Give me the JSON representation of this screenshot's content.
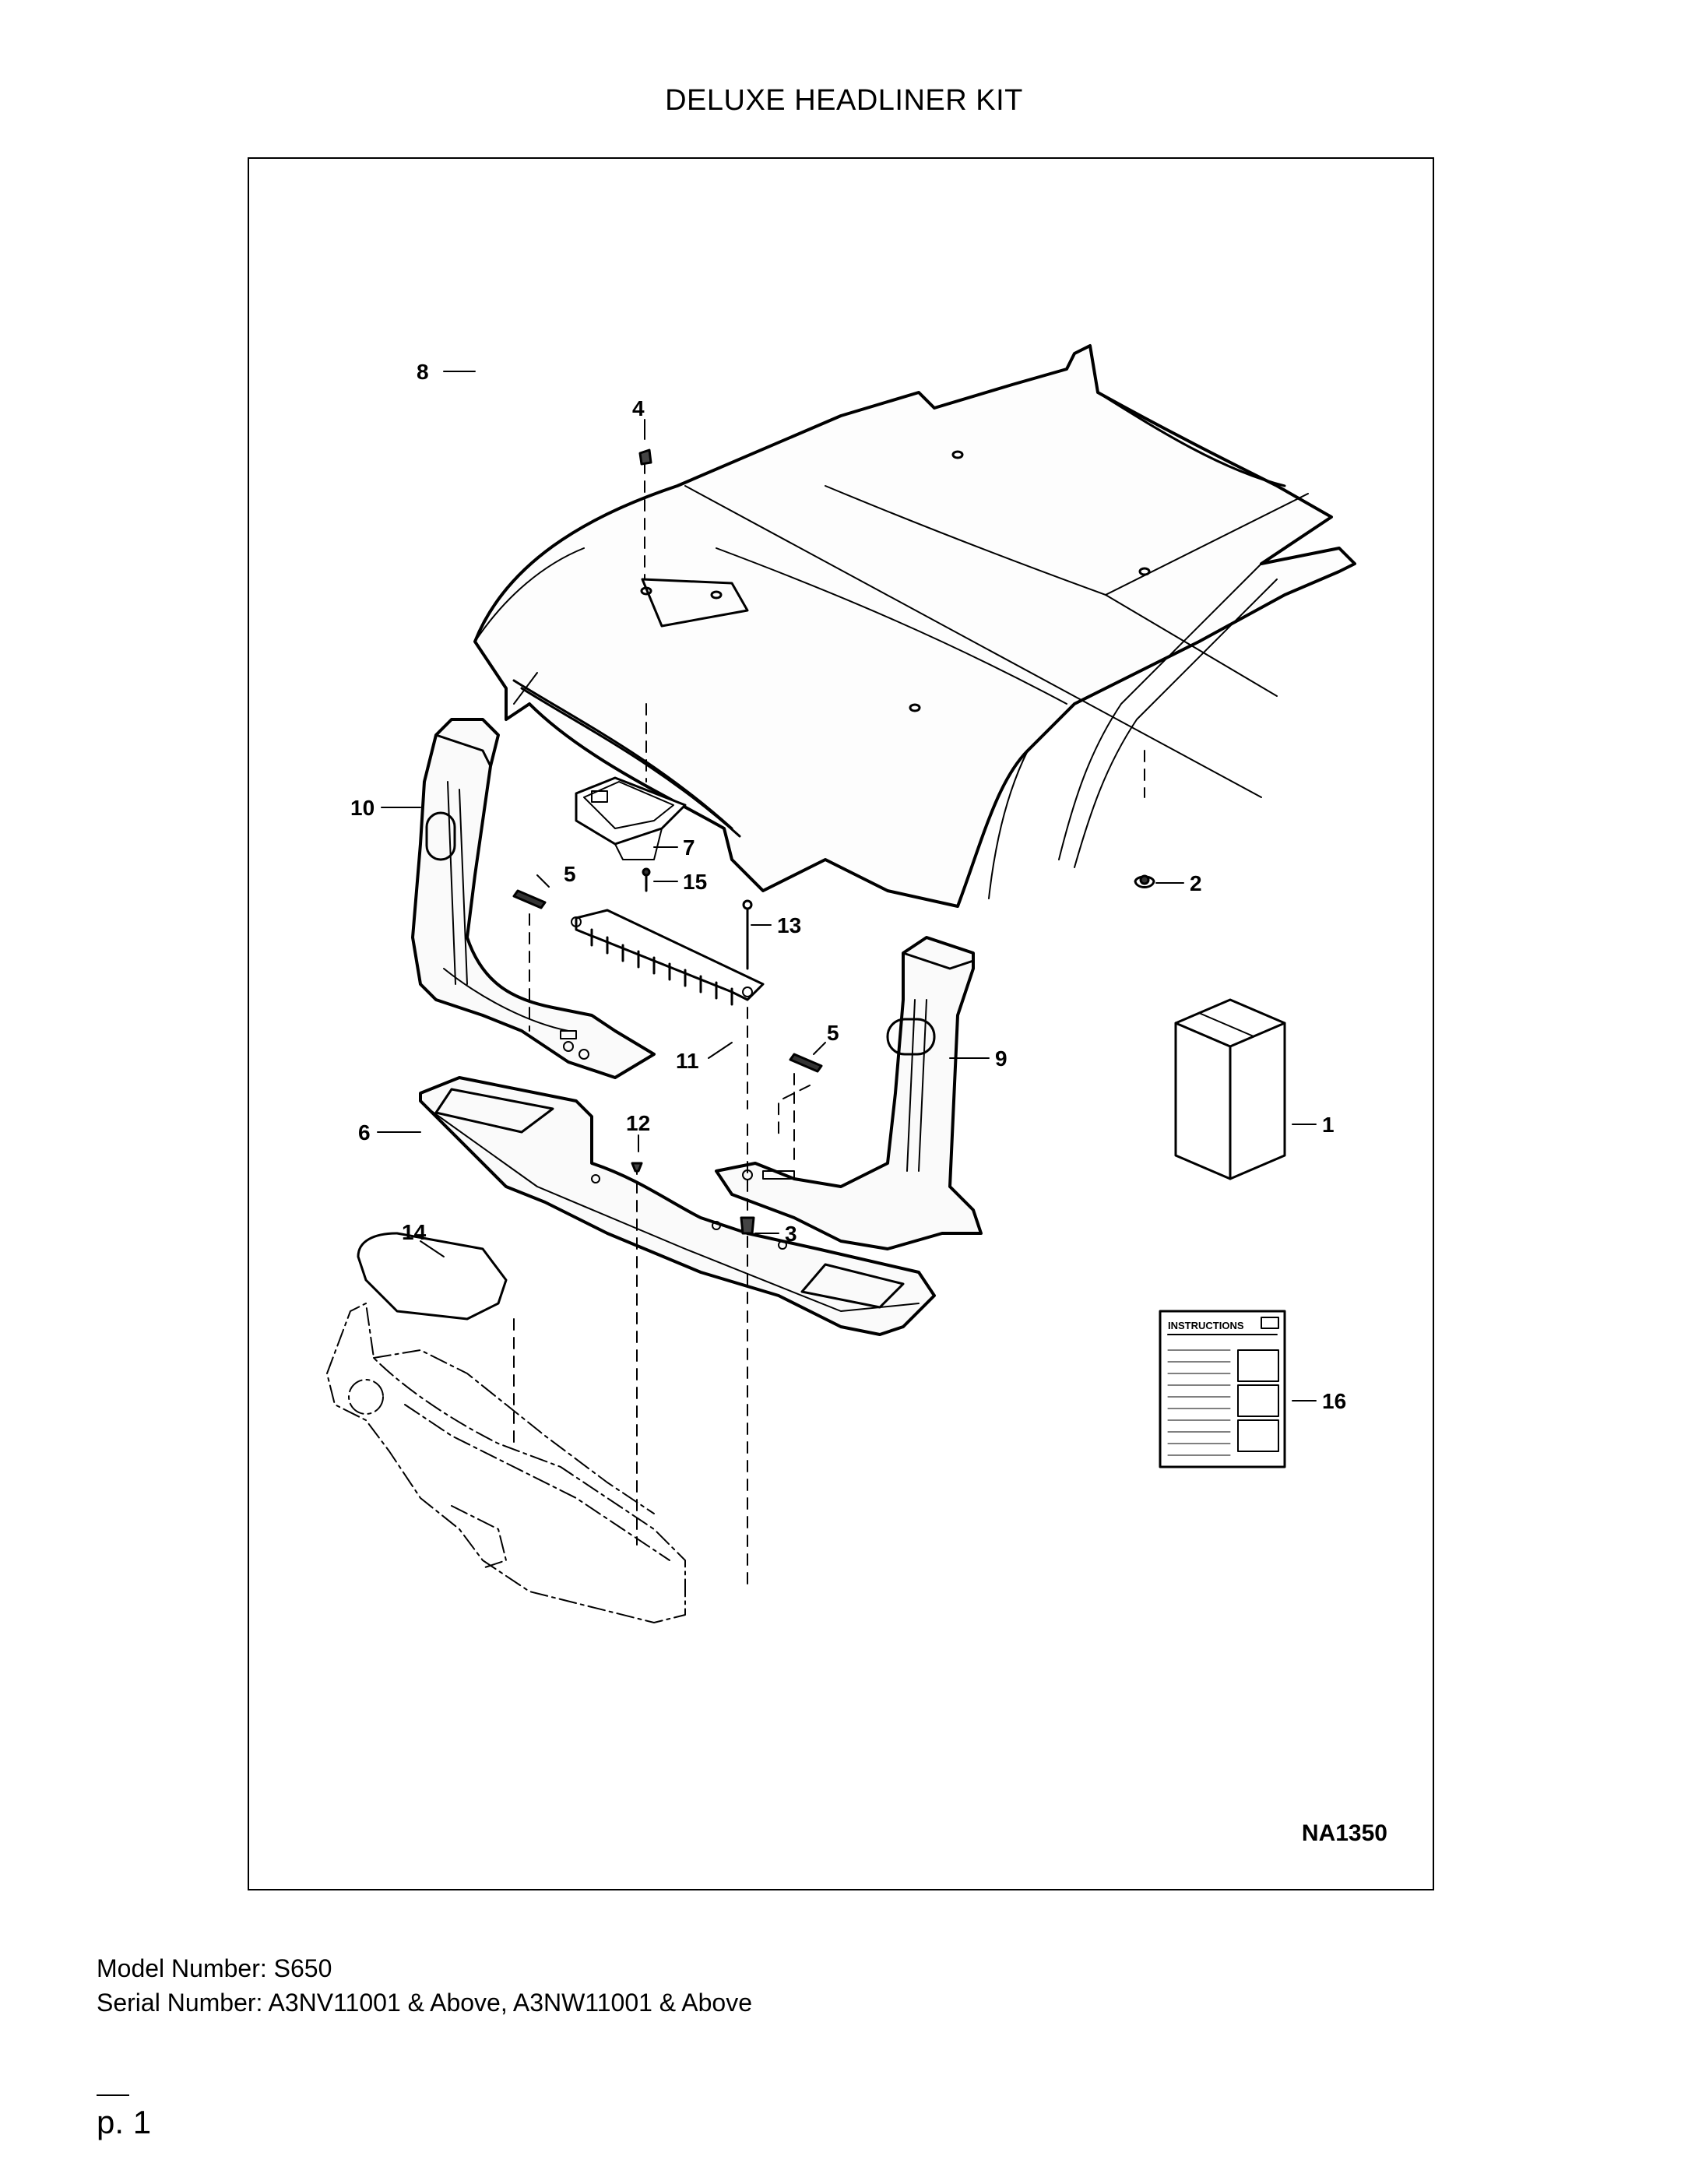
{
  "title": "DELUXE HEADLINER KIT",
  "figure_id": "NA1350",
  "instructions_label": "INSTRUCTIONS",
  "callouts": {
    "c1": "1",
    "c2": "2",
    "c3": "3",
    "c4": "4",
    "c5a": "5",
    "c5b": "5",
    "c6": "6",
    "c7": "7",
    "c8": "8",
    "c9": "9",
    "c10": "10",
    "c11": "11",
    "c12": "12",
    "c13": "13",
    "c14": "14",
    "c15": "15",
    "c16": "16"
  },
  "model_line": "Model Number: S650",
  "serial_line": "Serial Number: A3NV11001 & Above, A3NW11001 & Above",
  "page_label": "p. 1"
}
